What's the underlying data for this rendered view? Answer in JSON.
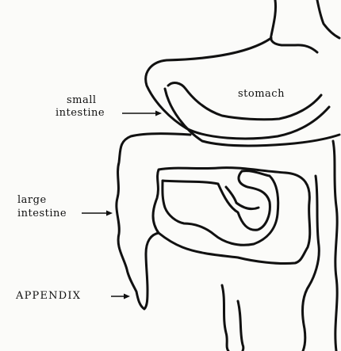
{
  "labels": {
    "stomach": "stomach",
    "small_intestine_line1": "small",
    "small_intestine_line2": "intestine",
    "large_intestine_line1": "large",
    "large_intestine_line2": "intestine",
    "appendix": "APPENDIX"
  },
  "colors": {
    "ink": "#111111",
    "paper": "#fbfbf9"
  }
}
